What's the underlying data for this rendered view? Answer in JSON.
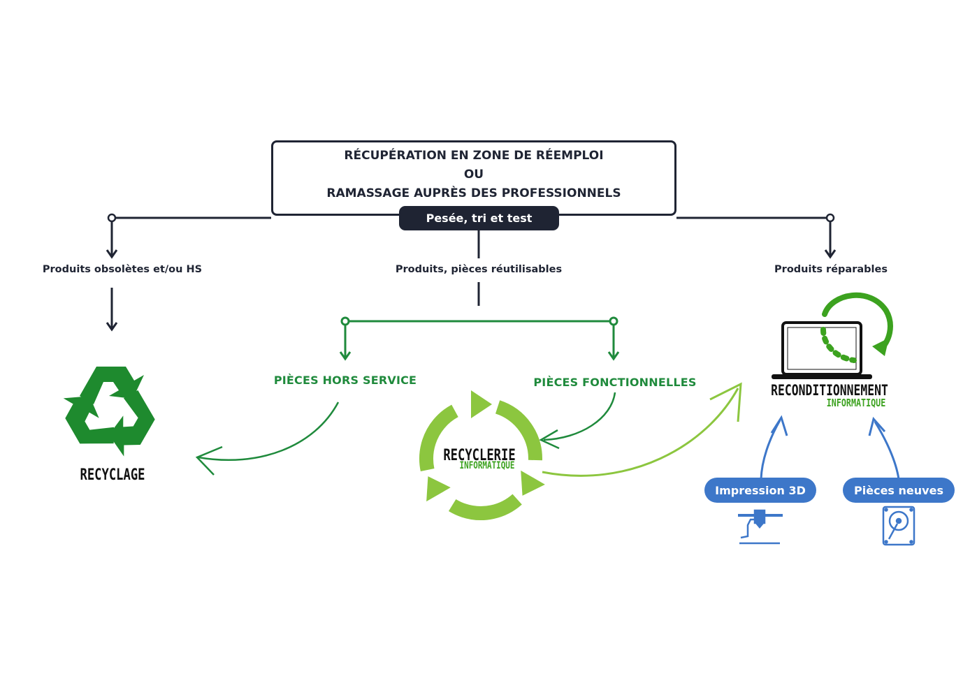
{
  "header": {
    "line1": "RÉCUPÉRATION EN ZONE DE RÉEMPLOI",
    "line2": "OU",
    "line3": "RAMASSAGE AUPRÈS DES PROFESSIONNELS"
  },
  "step": "Pesée, tri et test",
  "branches": {
    "left": "Produits obsolètes et/ou HS",
    "center": "Produits, pièces réutilisables",
    "right": "Produits réparables"
  },
  "sub_branches": {
    "out_of_service": "PIÈCES HORS SERVICE",
    "functional": "PIÈCES FONCTIONNELLES"
  },
  "recycling": {
    "label": "RECYCLAGE",
    "icon": "recycle-icon"
  },
  "recyclerie": {
    "line1": "RECYCLERIE",
    "line2": "INFORMATIQUE",
    "icon": "cycle-arrows-icon"
  },
  "reconditioning": {
    "line1": "RECONDITIONNEMENT",
    "line2": "INFORMATIQUE",
    "icon": "laptop-refresh-icon"
  },
  "inputs": {
    "print3d": {
      "label": "Impression 3D",
      "icon": "3d-printer-icon"
    },
    "new_parts": {
      "label": "Pièces neuves",
      "icon": "hard-drive-icon"
    }
  },
  "colors": {
    "navy": "#1f2433",
    "dark_green": "#1f8a3c",
    "recycle_green": "#1e8a2e",
    "light_green": "#8cc63f",
    "bright_green": "#3ca21f",
    "blue": "#3d77c9"
  }
}
